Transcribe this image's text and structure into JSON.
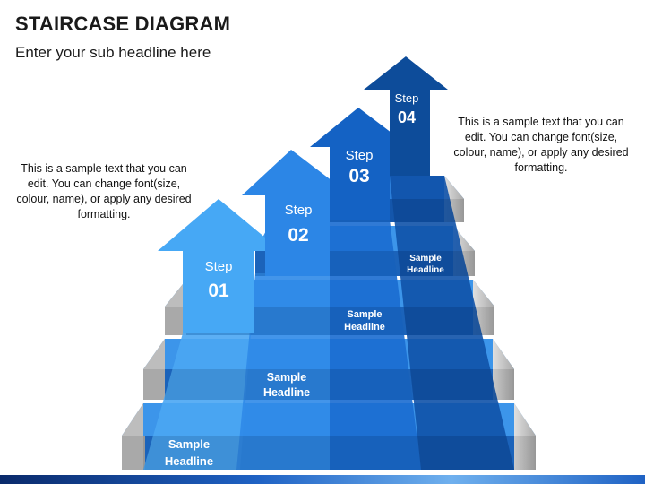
{
  "header": {
    "title": "STAIRCASE DIAGRAM",
    "subtitle": "Enter your sub headline here"
  },
  "notes": {
    "left": "This is a sample text that you can edit. You can change font(size, colour, name), or apply any desired formatting.",
    "right": "This is a sample text that you can edit. You can change font(size, colour, name), or apply any desired formatting."
  },
  "steps": [
    {
      "word": "Step",
      "number": "01",
      "headline_line1": "Sample",
      "headline_line2": "Headline",
      "color": "#46a8f5"
    },
    {
      "word": "Step",
      "number": "02",
      "headline_line1": "Sample",
      "headline_line2": "Headline",
      "color": "#2c86e6"
    },
    {
      "word": "Step",
      "number": "03",
      "headline_line1": "Sample",
      "headline_line2": "Headline",
      "color": "#1462c4"
    },
    {
      "word": "Step",
      "number": "04",
      "headline_line1": "Sample",
      "headline_line2": "Headline",
      "color": "#0d4c9a"
    }
  ],
  "colors": {
    "background": "#ffffff",
    "stair_side": "#bdbdbd",
    "stair_side_dark": "#9e9e9e"
  }
}
